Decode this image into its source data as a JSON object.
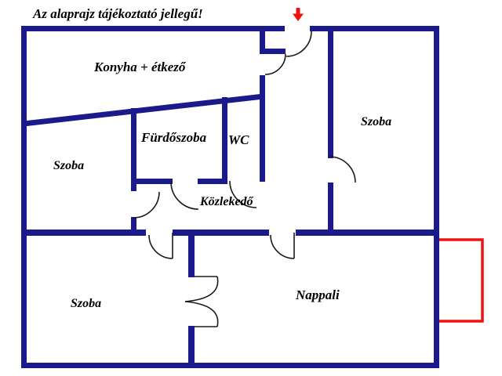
{
  "title": "Az alaprajz tájékoztató jellegű!",
  "colors": {
    "wall": "#1a1a8c",
    "door_line": "#1a1a1a",
    "accent_red": "#ee1111",
    "text": "#000000",
    "background": "#ffffff"
  },
  "entrance_marker": {
    "icon": "down-arrow-icon",
    "color": "#ee1111"
  },
  "balcony": {
    "outline_color": "#ee1111"
  },
  "rooms": [
    {
      "id": "konyha-etkezo",
      "label": "Konyha + étkező"
    },
    {
      "id": "szoba-left",
      "label": "Szoba"
    },
    {
      "id": "furdoszoba",
      "label": "Fürdőszoba"
    },
    {
      "id": "wc",
      "label": "WC"
    },
    {
      "id": "szoba-right",
      "label": "Szoba"
    },
    {
      "id": "kozlekedo",
      "label": "Közlekedő"
    },
    {
      "id": "szoba-bottom",
      "label": "Szoba"
    },
    {
      "id": "nappali",
      "label": "Nappali"
    }
  ]
}
